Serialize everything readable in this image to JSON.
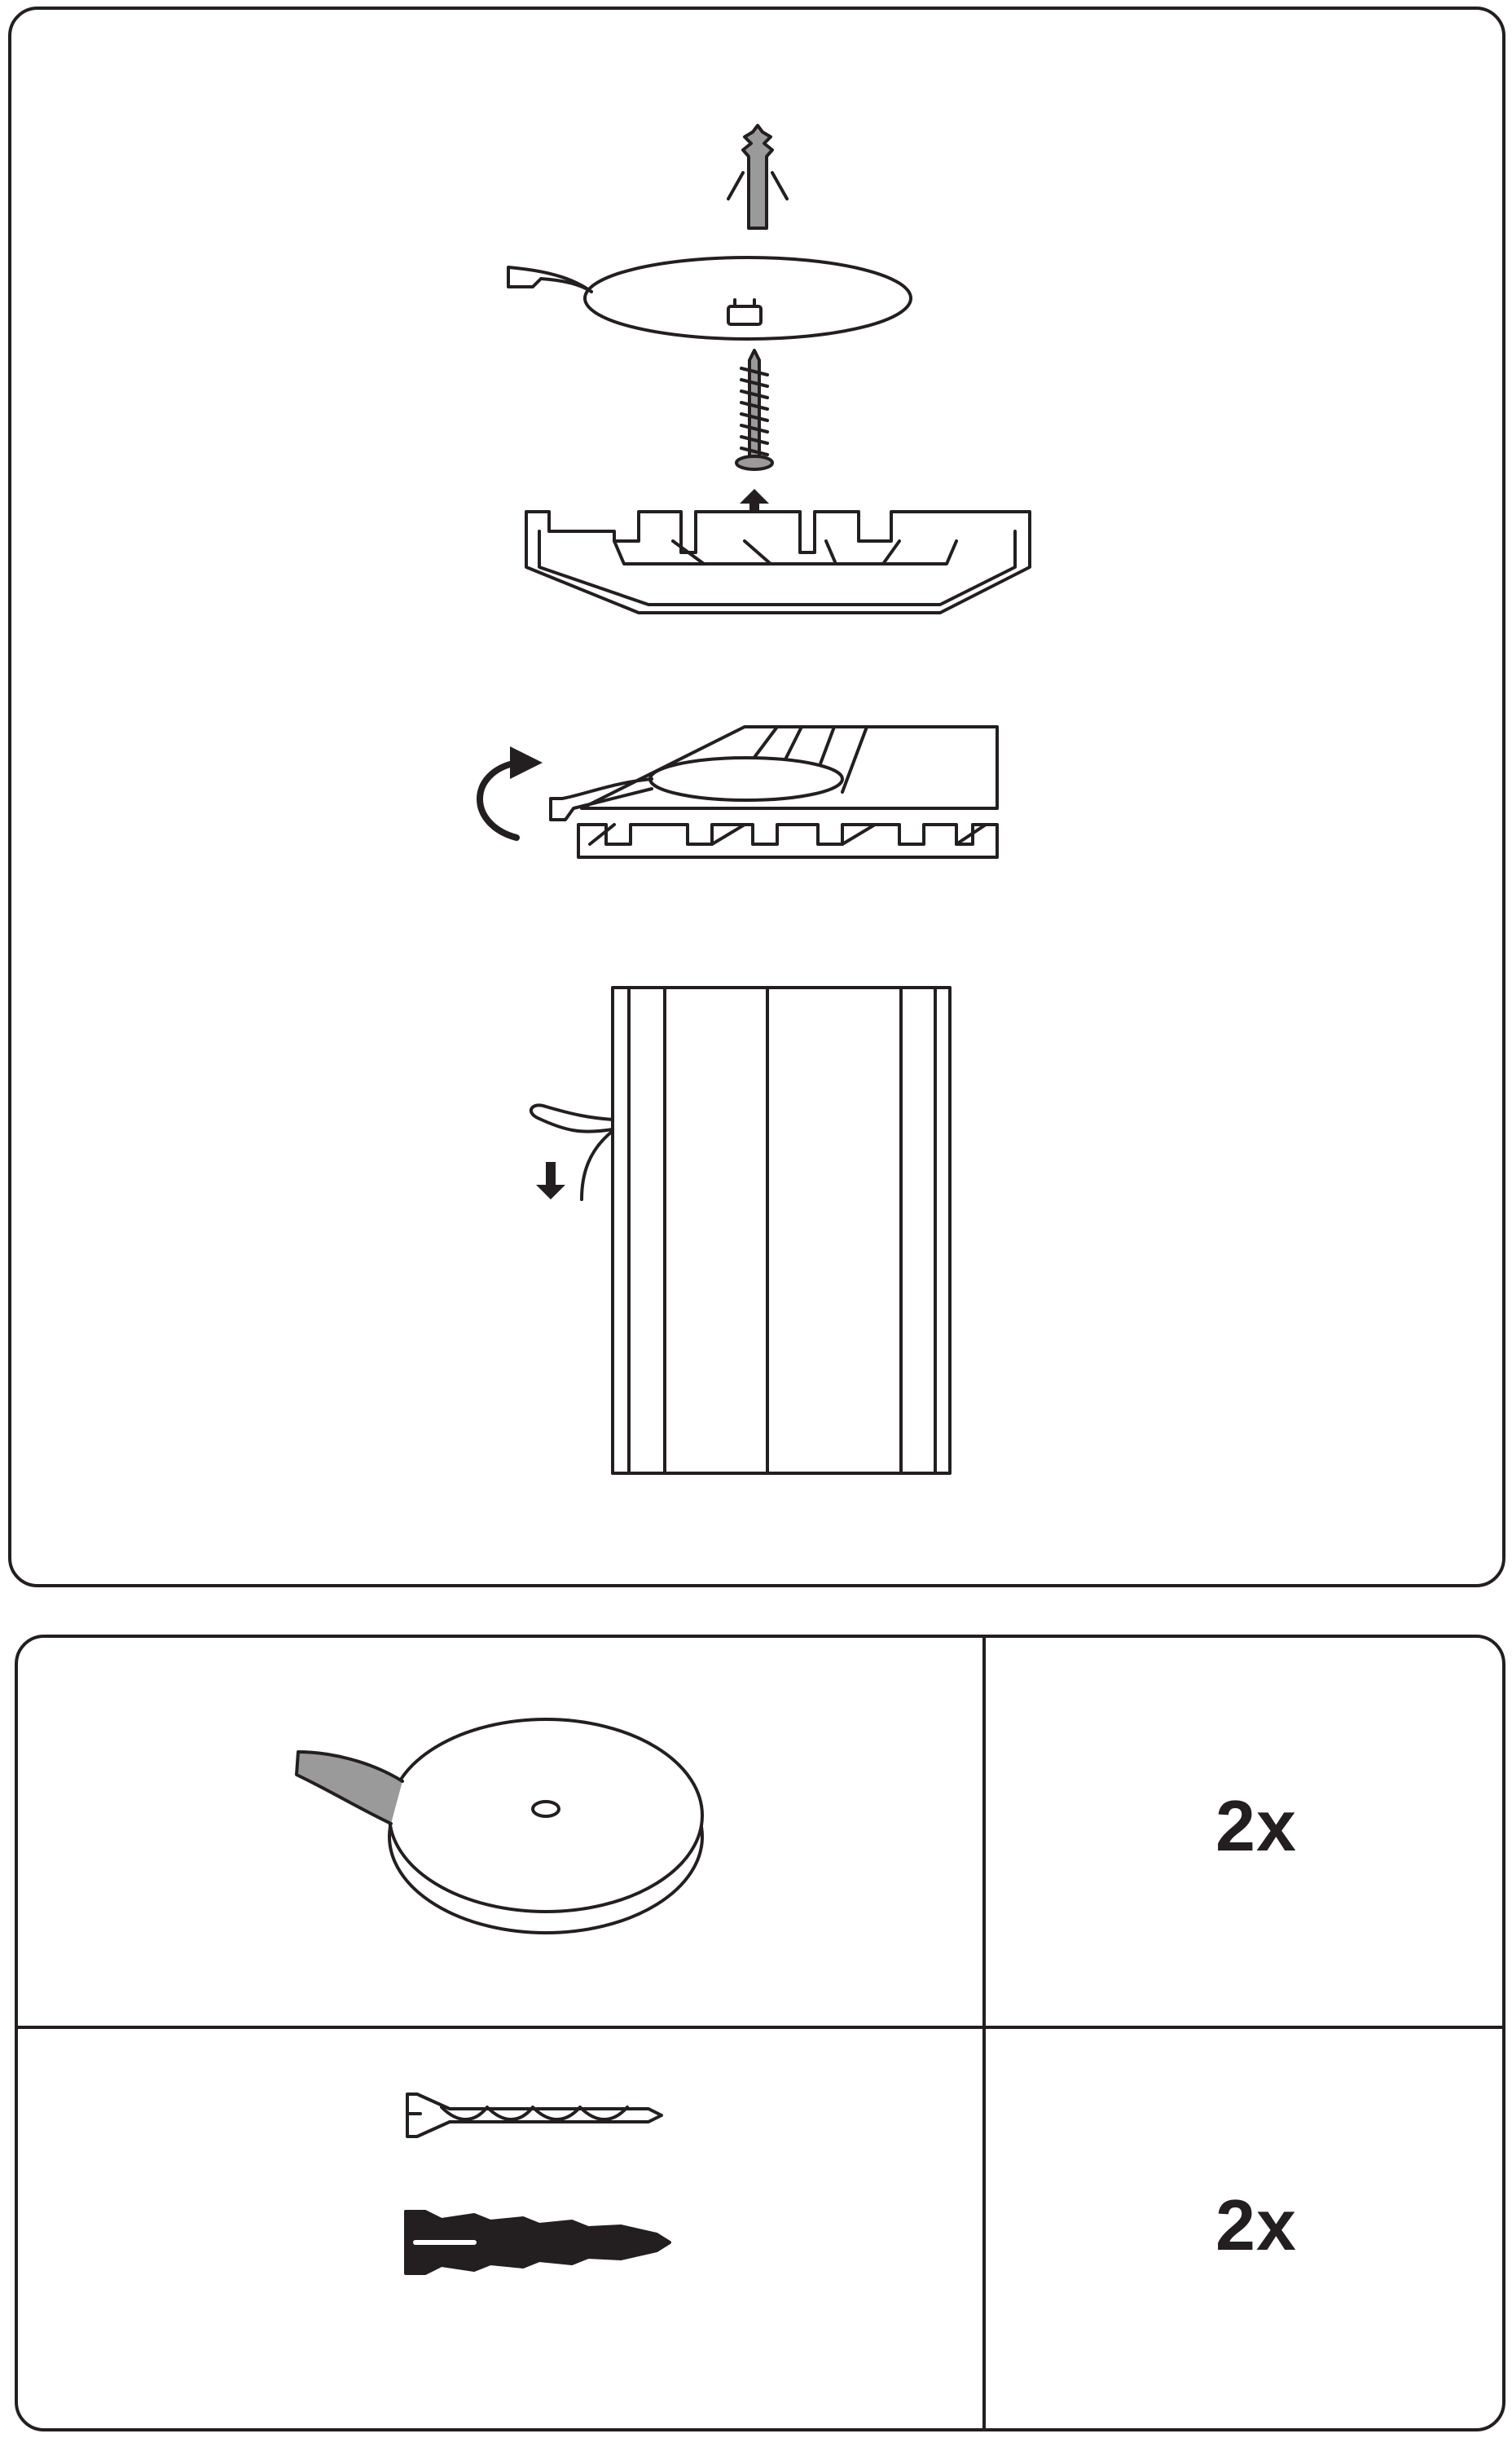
{
  "parts": [
    {
      "name": "adhesive-mounting-disc",
      "quantity": "2x"
    },
    {
      "name": "screw-and-wall-plug",
      "quantity": "2x"
    }
  ]
}
